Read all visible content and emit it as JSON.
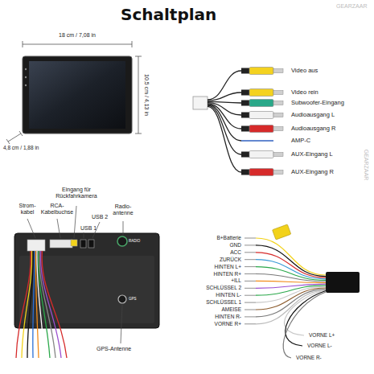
{
  "diagram": {
    "title": "Schaltplan",
    "labels": [
      "18 cm / 7,08 in",
      "10,5 cm / 4,13 in",
      "4,8 cm / 1,88 in",
      "Video aus",
      "Video rein",
      "Subwoofer-Eingang",
      "Audioausgang L",
      "Audioausgang R",
      "AMP-C",
      "AUX-Eingang L",
      "AUX-Eingang R",
      "Strom- kabel",
      "RCA- Kabelbuchse",
      "Eingang für Rückfahrkamera",
      "USB 2",
      "USB 1",
      "Radio- antenne",
      "RADIO",
      "GPS",
      "GPS-Antenne",
      "B+Batterie",
      "GND",
      "ACC",
      "ZURÜCK",
      "HINTEN L+",
      "HINTEN R+",
      "+ILL",
      "SCHLÜSSEL 2",
      "HINTEN L-",
      "SCHLÜSSEL 1",
      "AMEISE",
      "HINTEN R-",
      "VORNE R+",
      "VORNE L+",
      "VORNE L-",
      "VORNE R-",
      "GEARZAAR",
      "GEARZAAR"
    ]
  }
}
